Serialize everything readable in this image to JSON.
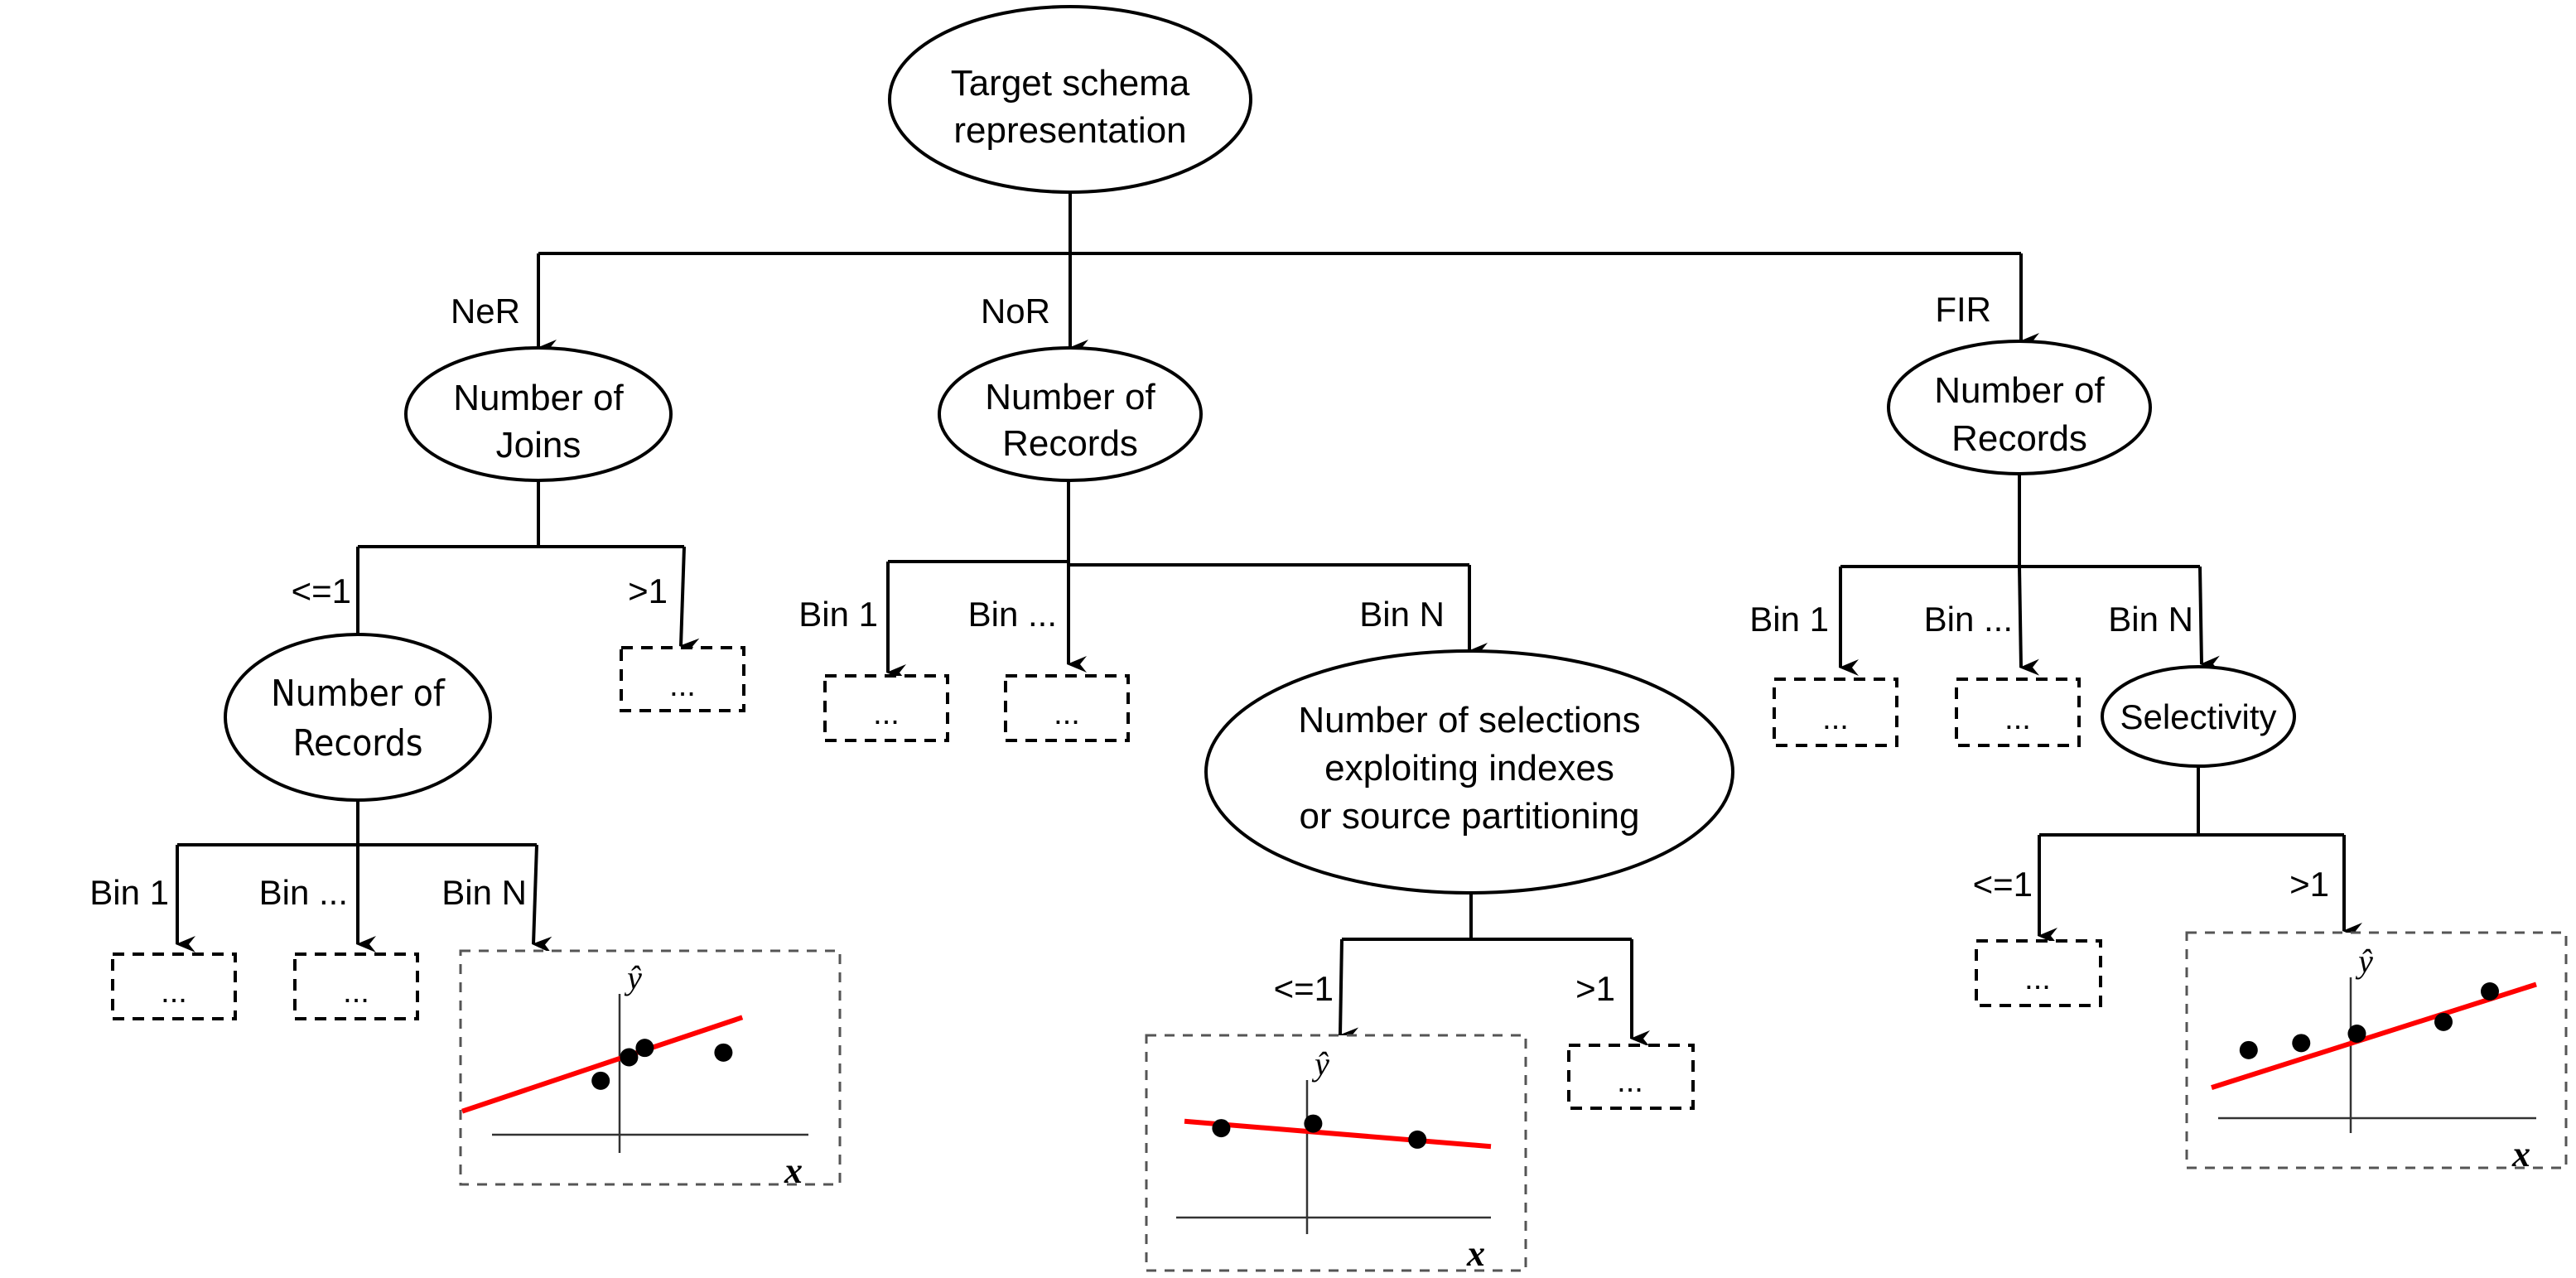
{
  "root": {
    "label_lines": [
      "Target schema",
      "representation"
    ]
  },
  "branches": [
    {
      "edge_label": "NeR",
      "node": {
        "label_lines": [
          "Number of",
          "Joins"
        ]
      },
      "children": [
        {
          "edge_label": "<=1",
          "node": {
            "label_lines": [
              "Number of",
              "Records"
            ]
          },
          "children": [
            {
              "edge_label": "Bin 1",
              "leaf": "..."
            },
            {
              "edge_label": "Bin ...",
              "leaf": "..."
            },
            {
              "edge_label": "Bin N",
              "leaf_plot": "regression-plot-1"
            }
          ]
        },
        {
          "edge_label": ">1",
          "leaf": "..."
        }
      ]
    },
    {
      "edge_label": "NoR",
      "node": {
        "label_lines": [
          "Number of",
          "Records"
        ]
      },
      "children": [
        {
          "edge_label": "Bin 1",
          "leaf": "..."
        },
        {
          "edge_label": "Bin ...",
          "leaf": "..."
        },
        {
          "edge_label": "Bin N",
          "node": {
            "label_lines": [
              "Number of selections",
              "exploiting indexes",
              "or source partitioning"
            ]
          },
          "children": [
            {
              "edge_label": "<=1",
              "leaf_plot": "regression-plot-2"
            },
            {
              "edge_label": ">1",
              "leaf": "..."
            }
          ]
        }
      ]
    },
    {
      "edge_label": "FIR",
      "node": {
        "label_lines": [
          "Number of",
          "Records"
        ]
      },
      "children": [
        {
          "edge_label": "Bin 1",
          "leaf": "..."
        },
        {
          "edge_label": "Bin ...",
          "leaf": "..."
        },
        {
          "edge_label": "Bin N",
          "node": {
            "label_lines": [
              "Selectivity"
            ]
          },
          "children": [
            {
              "edge_label": "<=1",
              "leaf": "..."
            },
            {
              "edge_label": ">1",
              "leaf_plot": "regression-plot-3"
            }
          ]
        }
      ]
    }
  ],
  "plots": {
    "x_label": "x",
    "y_label": "ŷ",
    "fit_color": "#ff0000",
    "point_color": "#000000"
  },
  "chart_data": [
    {
      "type": "scatter",
      "id": "regression-plot-1",
      "xlabel": "x",
      "ylabel": "ŷ",
      "xlim": [
        -5,
        6
      ],
      "ylim": [
        -1,
        6
      ],
      "points": [
        [
          -0.6,
          2.3
        ],
        [
          0.3,
          3.3
        ],
        [
          0.8,
          3.7
        ],
        [
          3.3,
          3.5
        ]
      ],
      "fit_line": {
        "x": [
          -5,
          3.9
        ],
        "y": [
          1.0,
          5.0
        ]
      }
    },
    {
      "type": "scatter",
      "id": "regression-plot-2",
      "xlabel": "x",
      "ylabel": "ŷ",
      "xlim": [
        -5,
        6
      ],
      "ylim": [
        -1,
        6
      ],
      "points": [
        [
          -2.8,
          3.9
        ],
        [
          0.2,
          4.1
        ],
        [
          3.6,
          3.4
        ]
      ],
      "fit_line": {
        "x": [
          -4.0,
          6.0
        ],
        "y": [
          4.2,
          3.1
        ]
      }
    },
    {
      "type": "scatter",
      "id": "regression-plot-3",
      "xlabel": "x",
      "ylabel": "ŷ",
      "xlim": [
        -5,
        6
      ],
      "ylim": [
        -1,
        6
      ],
      "points": [
        [
          -3.3,
          2.9
        ],
        [
          -1.6,
          3.2
        ],
        [
          0.2,
          3.6
        ],
        [
          3.0,
          4.1
        ],
        [
          4.5,
          5.4
        ]
      ],
      "fit_line": {
        "x": [
          -4.5,
          6.0
        ],
        "y": [
          1.3,
          5.7
        ]
      }
    }
  ]
}
